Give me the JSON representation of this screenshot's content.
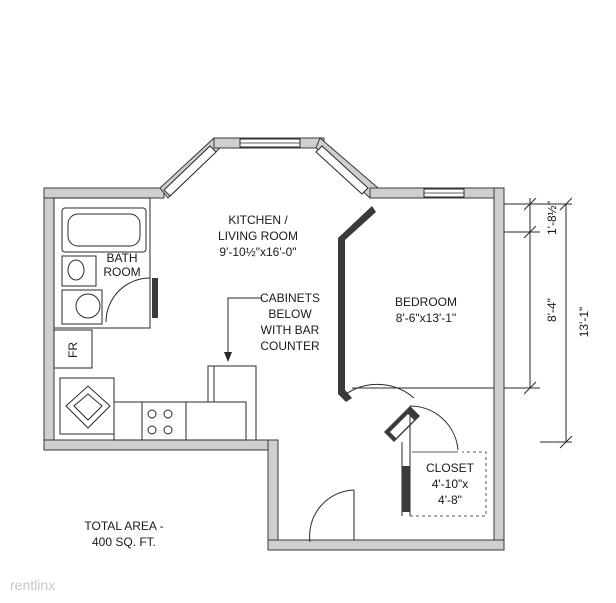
{
  "rooms": {
    "kitchen_line1": "KITCHEN /",
    "kitchen_line2": "LIVING ROOM",
    "kitchen_dims": "9'-10½\"x16'-0\"",
    "bath_line1": "BATH",
    "bath_line2": "ROOM",
    "bedroom_name": "BEDROOM",
    "bedroom_dims": "8'-6\"x13'-1\"",
    "closet_name": "CLOSET",
    "closet_dims1": "4'-10\"x",
    "closet_dims2": "4'-8\"",
    "fridge": "FR"
  },
  "cabinets": {
    "line1": "CABINETS",
    "line2": "BELOW",
    "line3": "WITH BAR",
    "line4": "COUNTER"
  },
  "dimensions": {
    "top_small": "1'-8½\"",
    "mid": "8'-4\"",
    "total": "13'-1\""
  },
  "total_area": {
    "line1": "TOTAL AREA -",
    "line2": "400 SQ. FT."
  },
  "watermark": "rentlinx"
}
